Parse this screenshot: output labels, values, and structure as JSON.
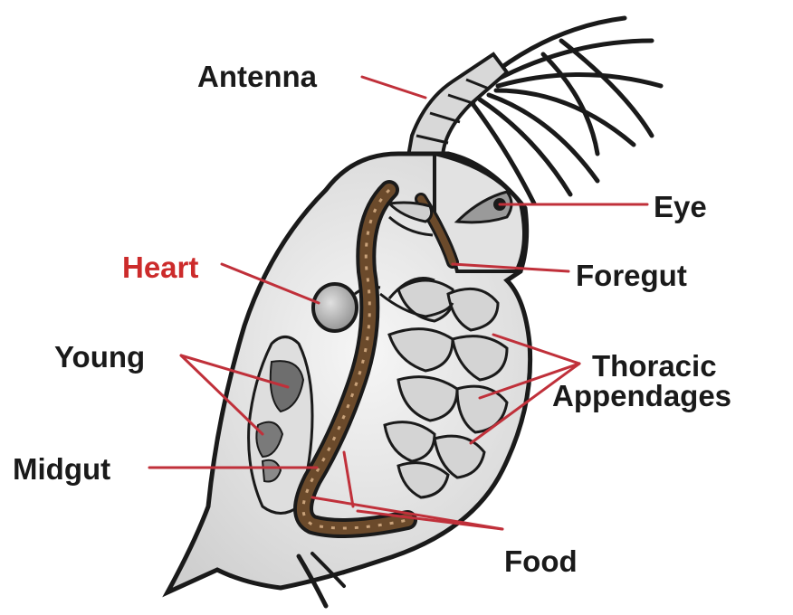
{
  "labels": {
    "antenna": "Antenna",
    "eye": "Eye",
    "heart": "Heart",
    "foregut": "Foregut",
    "young": "Young",
    "thoracic_line1": "Thoracic",
    "thoracic_line2": "Appendages",
    "midgut": "Midgut",
    "food": "Food"
  },
  "colors": {
    "label_text": "#1a1a1a",
    "highlight_label": "#cc2b2b",
    "leader_line": "#c0303a",
    "body_fill": "#ececec",
    "outline": "#1a1a1a",
    "gut": "#6b4a2b"
  }
}
